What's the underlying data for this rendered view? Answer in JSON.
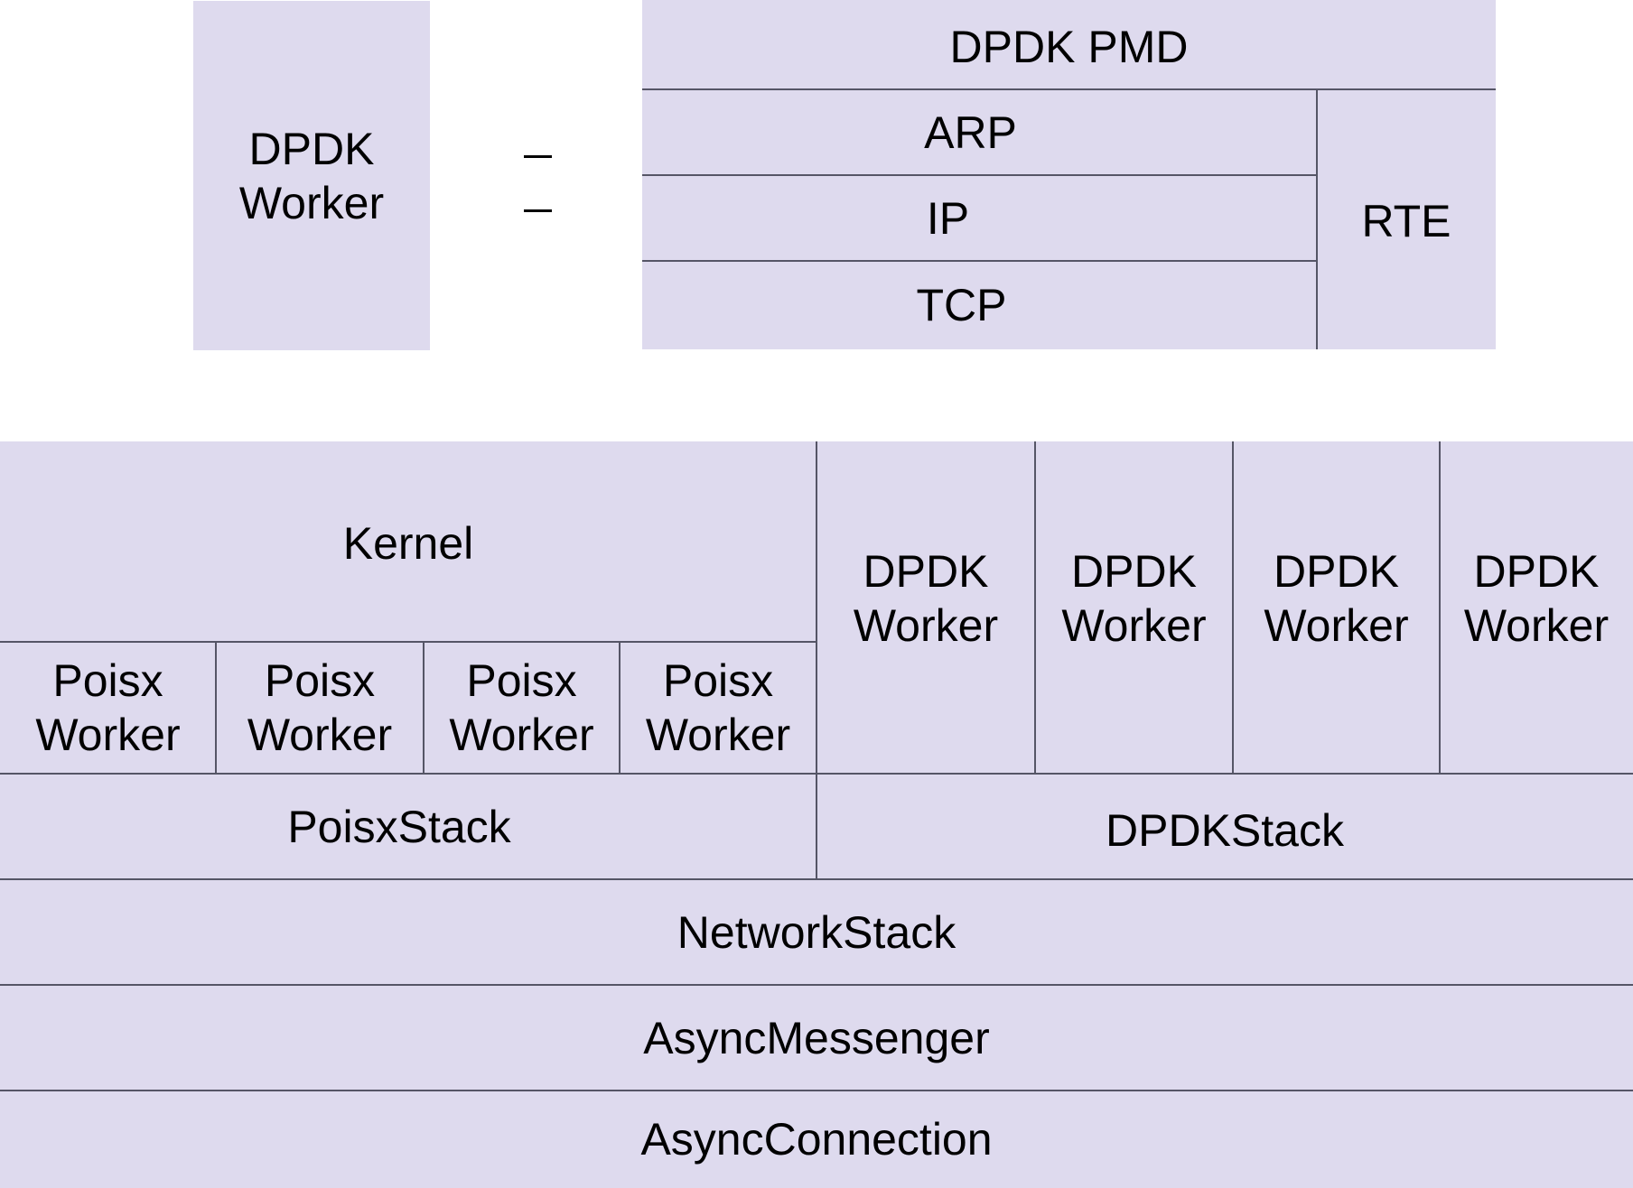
{
  "colors": {
    "fill": "#dedaee",
    "line": "#555566"
  },
  "top_left": {
    "worker": "DPDK\nWorker"
  },
  "ellipsis": [
    "–",
    "–"
  ],
  "top_right": {
    "pmd": "DPDK PMD",
    "arp": "ARP",
    "ip": "IP",
    "tcp": "TCP",
    "rte": "RTE"
  },
  "bottom": {
    "kernel": "Kernel",
    "posix_workers": [
      "Poisx\nWorker",
      "Poisx\nWorker",
      "Poisx\nWorker",
      "Poisx\nWorker"
    ],
    "dpdk_workers": [
      "DPDK\nWorker",
      "DPDK\nWorker",
      "DPDK\nWorker",
      "DPDK\nWorker"
    ],
    "posix_stack": "PoisxStack",
    "dpdk_stack": "DPDKStack",
    "network_stack": "NetworkStack",
    "async_messenger": "AsyncMessenger",
    "async_connection": "AsyncConnection"
  }
}
